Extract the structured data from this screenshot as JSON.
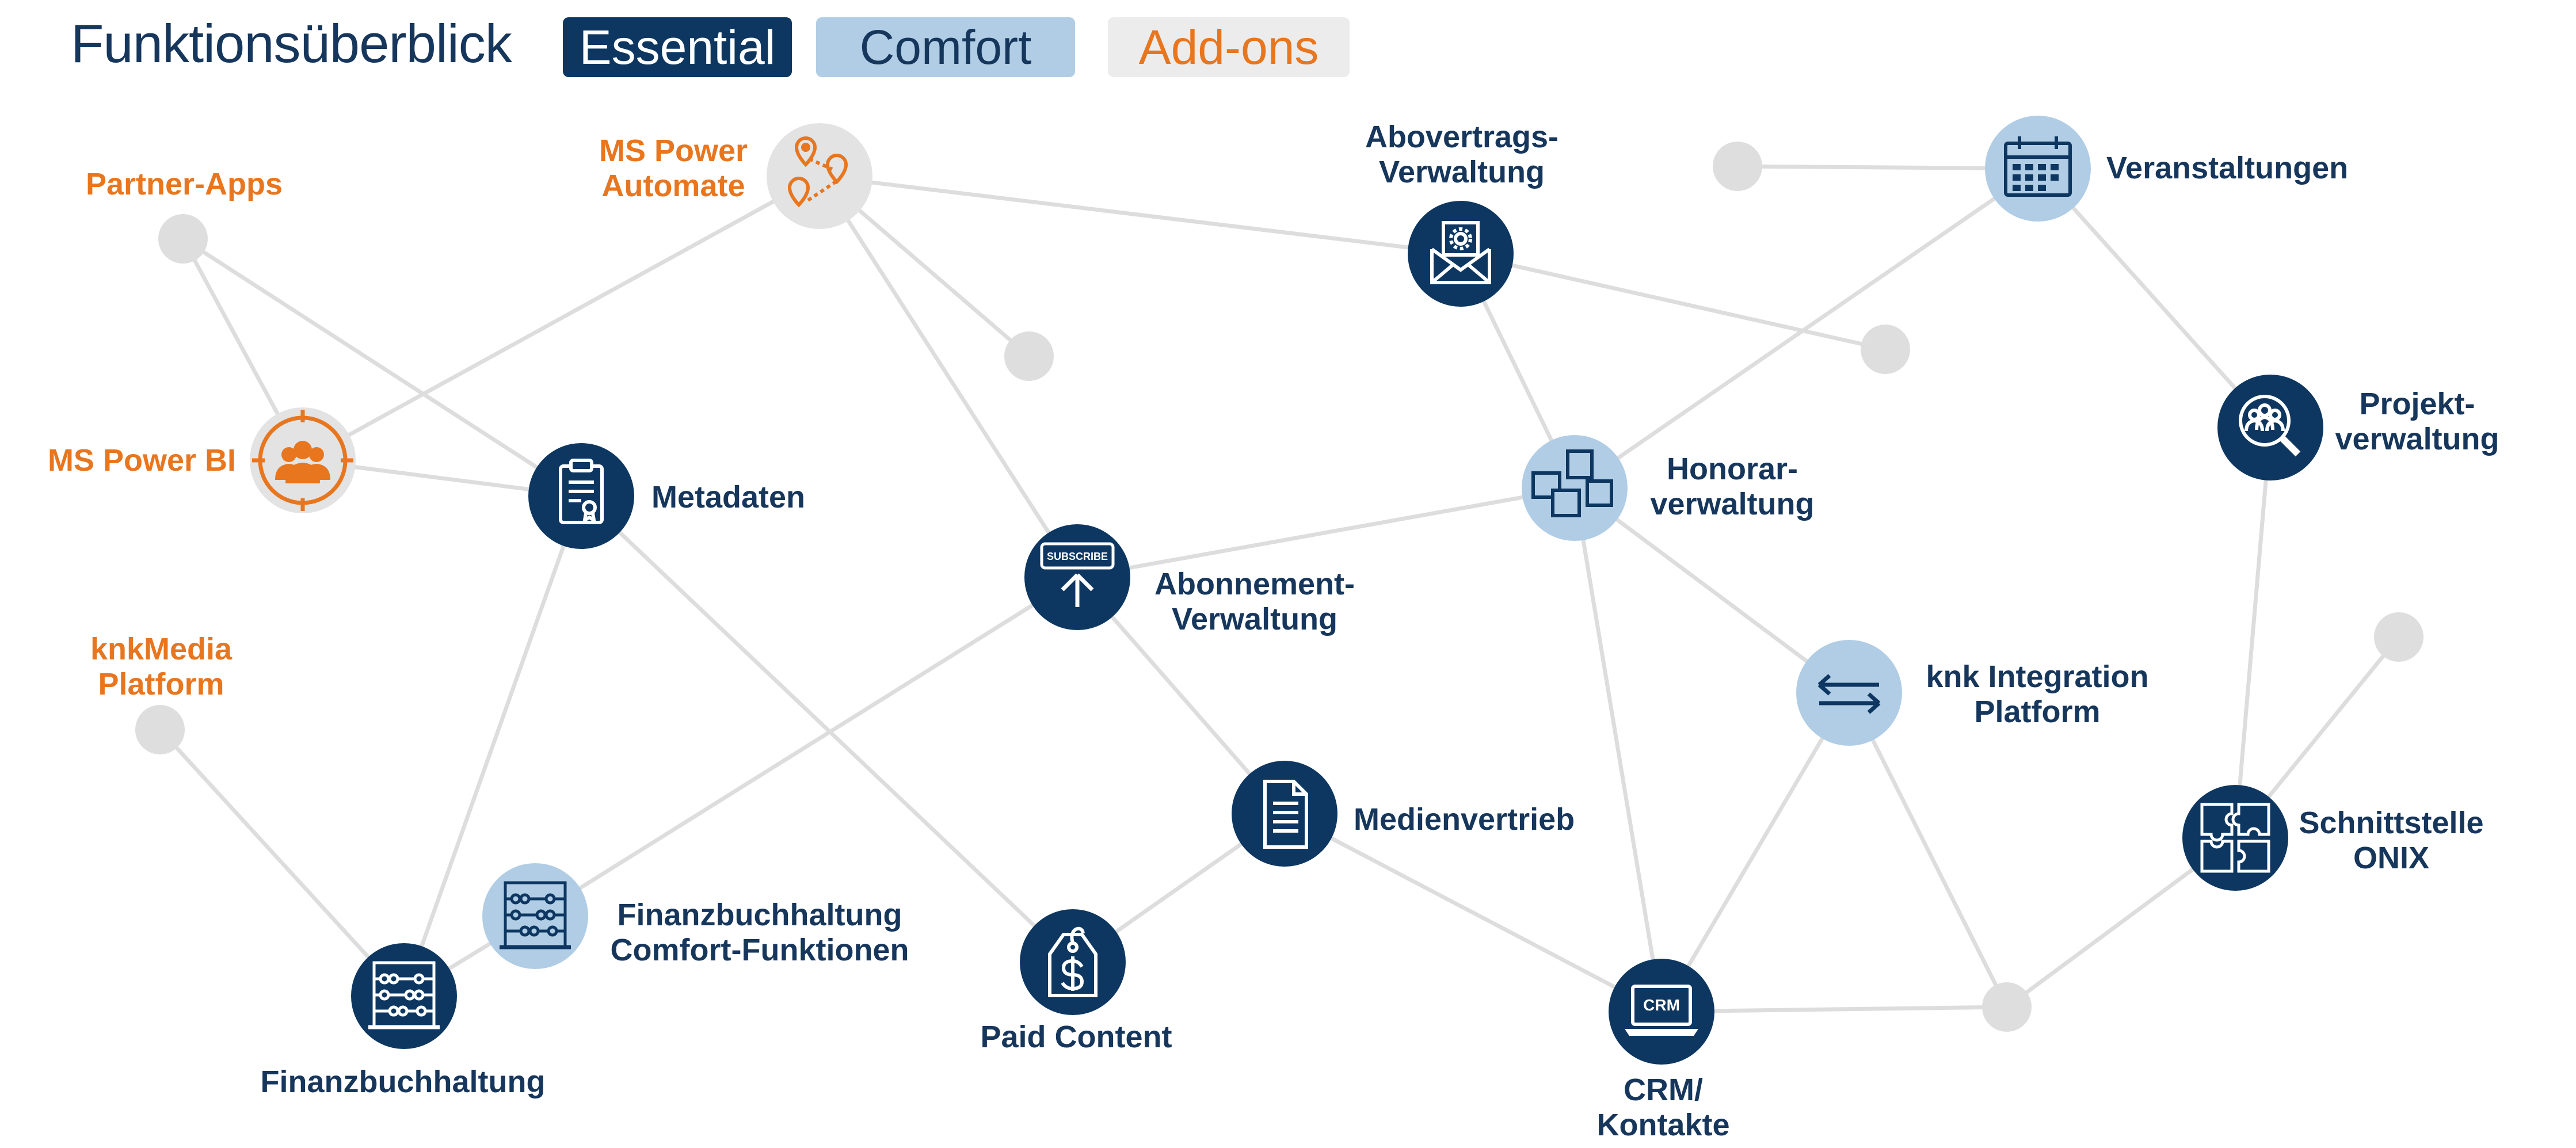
{
  "header": {
    "title": "Funktionsüberblick",
    "legend": {
      "essential": "Essential",
      "comfort": "Comfort",
      "addons": "Add-ons"
    }
  },
  "colors": {
    "essential": "#0d3761",
    "comfort": "#b0cde5",
    "addon": "#e8761f",
    "addon_bg": "#ececec",
    "edge": "#dddddd",
    "text": "#16365c"
  },
  "nodes": {
    "partner_apps": {
      "label": "Partner-Apps",
      "category": "addon"
    },
    "ms_power_automate": {
      "label": "MS Power\nAutomate",
      "category": "addon",
      "icon": "map-pin-route-icon"
    },
    "ms_power_bi": {
      "label": "MS Power BI",
      "category": "addon",
      "icon": "people-target-icon"
    },
    "knkmedia": {
      "label": "knkMedia\nPlatform",
      "category": "addon"
    },
    "metadaten": {
      "label": "Metadaten",
      "category": "essential",
      "icon": "clipboard-certificate-icon"
    },
    "abovertrag": {
      "label": "Abovertrags-\nVerwaltung",
      "category": "essential",
      "icon": "envelope-gear-icon"
    },
    "veranstaltungen": {
      "label": "Veranstaltungen",
      "category": "comfort",
      "icon": "calendar-icon"
    },
    "projekt": {
      "label": "Projekt-\nverwaltung",
      "category": "essential",
      "icon": "team-search-icon"
    },
    "honorar": {
      "label": "Honorar-\nverwaltung",
      "category": "comfort",
      "icon": "documents-icon"
    },
    "abonnement": {
      "label": "Abonnement-\nVerwaltung",
      "category": "essential",
      "icon": "subscribe-icon",
      "badge": "SUBSCRIBE"
    },
    "knk_integration": {
      "label": "knk Integration\nPlatform",
      "category": "comfort",
      "icon": "arrows-exchange-icon"
    },
    "medienvertrieb": {
      "label": "Medienvertrieb",
      "category": "essential",
      "icon": "document-icon"
    },
    "schnittstelle": {
      "label": "Schnittstelle\nONIX",
      "category": "essential",
      "icon": "puzzle-icon"
    },
    "fibu_comfort": {
      "label": "Finanzbuchhaltung\nComfort-Funktionen",
      "category": "comfort",
      "icon": "abacus-icon"
    },
    "fibu": {
      "label": "Finanzbuchhaltung",
      "category": "essential",
      "icon": "abacus-icon"
    },
    "paid_content": {
      "label": "Paid Content",
      "category": "essential",
      "icon": "price-tag-icon"
    },
    "crm": {
      "label": "CRM/\nKontakte",
      "category": "essential",
      "icon": "laptop-crm-icon",
      "badge": "CRM"
    }
  }
}
